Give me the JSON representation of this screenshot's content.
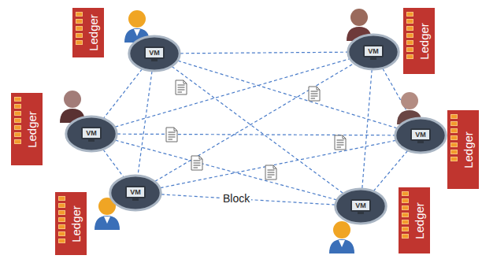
{
  "diagram": {
    "nodes": [
      {
        "text": [
          "Ledger"
        ]
      },
      {
        "text": [
          "VM"
        ]
      },
      {
        "text": [
          "VM"
        ]
      },
      {
        "text": [
          "Ledger"
        ]
      },
      {
        "text": [
          "Ledger"
        ]
      },
      {
        "text": [
          "VM"
        ]
      },
      {
        "text": [
          "VM"
        ]
      },
      {
        "text": [
          "Ledger"
        ]
      },
      {
        "text": [
          "Ledger"
        ]
      },
      {
        "text": [
          "VM"
        ]
      },
      {
        "text": [
          "VM"
        ]
      },
      {
        "text": [
          "Ledger"
        ]
      }
    ],
    "edges": [
      {
        "from": 1,
        "to": 2,
        "arrow": "none"
      },
      {
        "from": 1,
        "to": 6,
        "arrow": "none"
      },
      {
        "from": 1,
        "to": 10,
        "arrow": "none"
      },
      {
        "from": 5,
        "to": 2,
        "arrow": "none"
      },
      {
        "from": 5,
        "to": 6,
        "arrow": "none"
      },
      {
        "from": 5,
        "to": 10,
        "arrow": "none"
      },
      {
        "from": 9,
        "to": 2,
        "arrow": "none"
      },
      {
        "from": 9,
        "to": 6,
        "arrow": "none"
      },
      {
        "from": 9,
        "to": 10,
        "arrow": "none"
      },
      {
        "from": 1,
        "to": 5,
        "arrow": "none"
      },
      {
        "from": 5,
        "to": 9,
        "arrow": "none"
      },
      {
        "from": 1,
        "to": 9,
        "arrow": "none"
      },
      {
        "from": 2,
        "to": 6,
        "arrow": "none"
      },
      {
        "from": 6,
        "to": 10,
        "arrow": "none"
      },
      {
        "from": 2,
        "to": 10,
        "arrow": "none"
      }
    ],
    "labels": [
      "Block"
    ]
  }
}
